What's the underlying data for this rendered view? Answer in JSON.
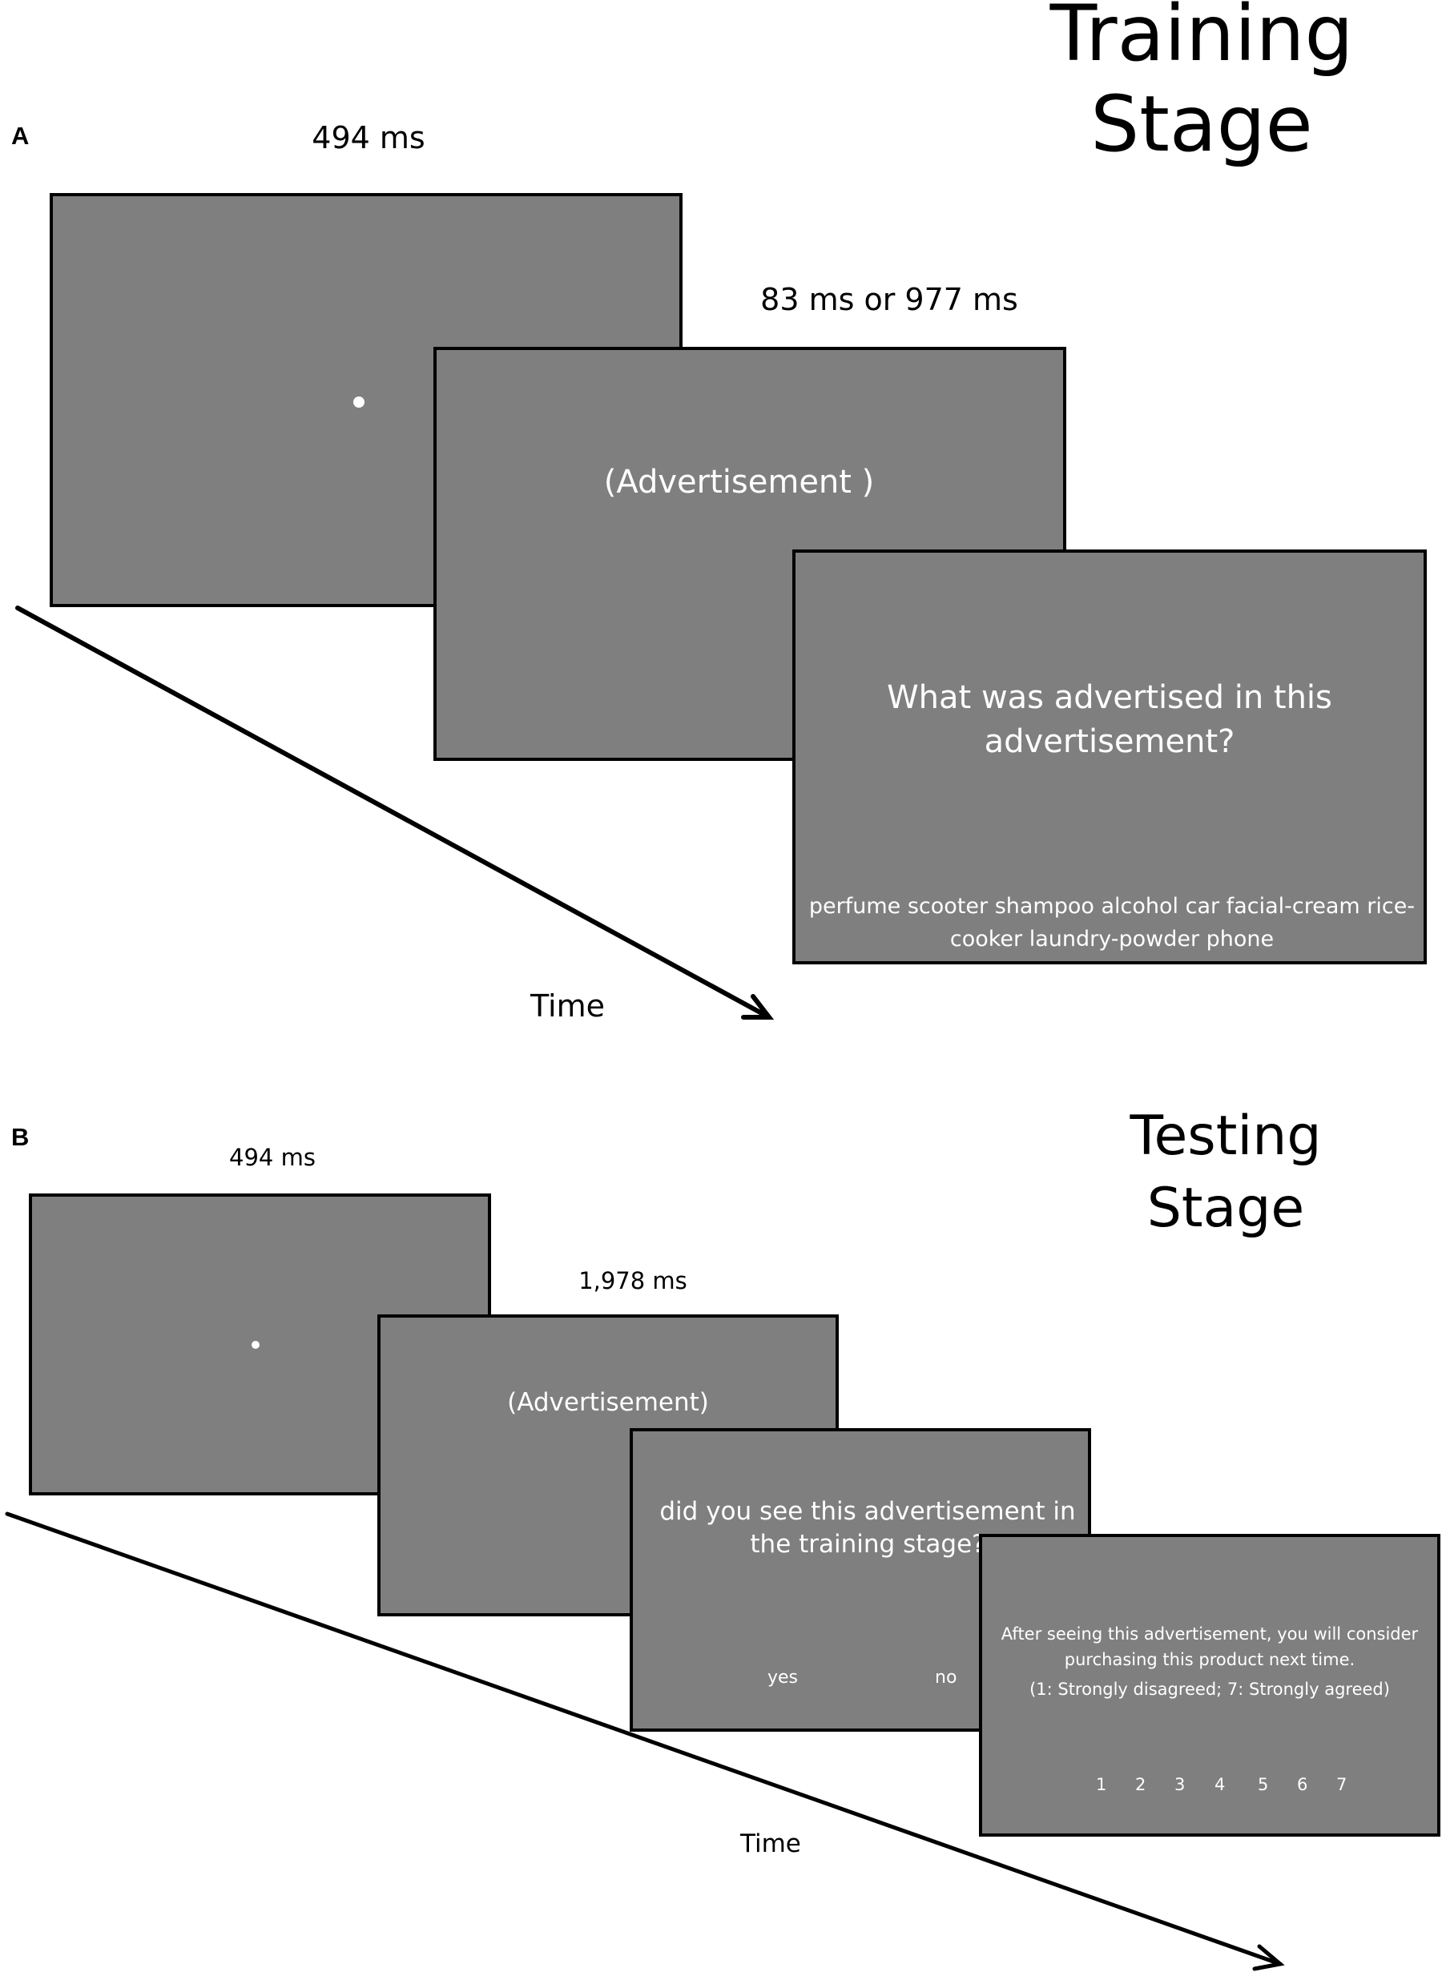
{
  "panel_a": {
    "letter": "A",
    "stage_title_line1": "Training",
    "stage_title_line2": "Stage",
    "fixation_duration": "494 ms",
    "ad_duration": "83 ms or 977 ms",
    "ad_text": "(Advertisement )",
    "question_line1": "What was advertised in this",
    "question_line2": "advertisement?",
    "options_line1": "perfume scooter shampoo alcohol car facial-cream rice-",
    "options_line2": "cooker laundry-powder phone",
    "time_label": "Time"
  },
  "panel_b": {
    "letter": "B",
    "stage_title_line1": "Testing",
    "stage_title_line2": "Stage",
    "fixation_duration": "494 ms",
    "ad_duration": "1,978 ms",
    "ad_text": "(Advertisement)",
    "question_line1": "did you see this advertisement in",
    "question_line2": "the training stage?",
    "yes_label": "yes",
    "no_label": "no",
    "rating_line1": "After seeing this advertisement, you will consider",
    "rating_line2": "purchasing this product next time.",
    "rating_scale": "(1: Strongly disagreed; 7: Strongly agreed)",
    "rating_options": [
      "1",
      "2",
      "3",
      "4",
      "5",
      "6",
      "7"
    ],
    "time_label": "Time"
  },
  "colors": {
    "screen_fill": "#7f7f7f",
    "screen_border": "#000000",
    "screen_text": "#ffffff"
  }
}
